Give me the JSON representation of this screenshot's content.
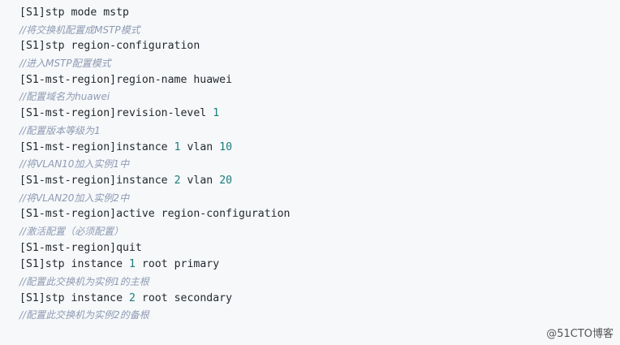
{
  "code": {
    "lines": [
      {
        "type": "code",
        "text": "[S1]stp mode mstp"
      },
      {
        "type": "comment",
        "text": "//将交换机配置成MSTP模式"
      },
      {
        "type": "code",
        "text": "[S1]stp region-configuration"
      },
      {
        "type": "comment",
        "text": "//进入MSTP配置模式"
      },
      {
        "type": "code",
        "text": "[S1-mst-region]region-name huawei"
      },
      {
        "type": "comment",
        "text": "//配置域名为huawei"
      },
      {
        "type": "code",
        "text": "[S1-mst-region]revision-level 1"
      },
      {
        "type": "comment",
        "text": "//配置版本等级为1"
      },
      {
        "type": "code",
        "text": "[S1-mst-region]instance 1 vlan 10"
      },
      {
        "type": "comment",
        "text": "//将VLAN10加入实例1中"
      },
      {
        "type": "code",
        "text": "[S1-mst-region]instance 2 vlan 20"
      },
      {
        "type": "comment",
        "text": "//将VLAN20加入实例2中"
      },
      {
        "type": "code",
        "text": "[S1-mst-region]active region-configuration"
      },
      {
        "type": "comment",
        "text": "//激活配置（必须配置）"
      },
      {
        "type": "code",
        "text": "[S1-mst-region]quit"
      },
      {
        "type": "code",
        "text": "[S1]stp instance 1 root primary"
      },
      {
        "type": "comment",
        "text": "//配置此交换机为实例1的主根"
      },
      {
        "type": "code",
        "text": "[S1]stp instance 2 root secondary"
      },
      {
        "type": "comment",
        "text": "//配置此交换机为实例2的备根"
      }
    ],
    "colors": {
      "text": "#24292e",
      "comment": "#8f9bb3",
      "number": "#1c7c7c",
      "background": "#f6f8fa"
    }
  },
  "watermark": {
    "text": "@51CTO博客"
  }
}
